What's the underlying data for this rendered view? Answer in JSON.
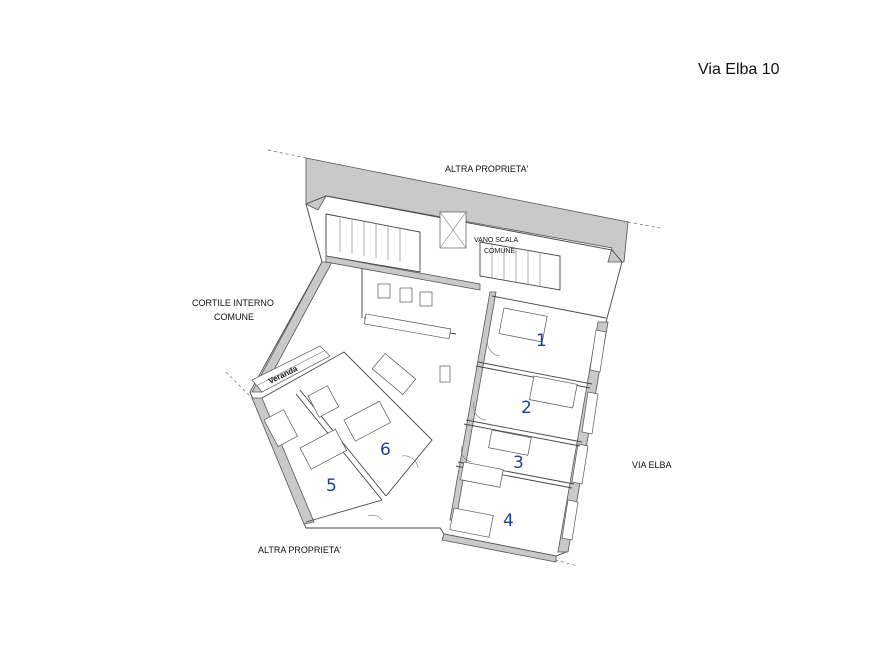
{
  "title": "Via Elba 10",
  "labels": {
    "north_neighbor": "ALTRA PROPRIETA'",
    "stair_line1": "VANO SCALA",
    "stair_line2": "COMUNE",
    "courtyard_line1": "CORTILE INTERNO",
    "courtyard_line2": "COMUNE",
    "veranda": "Veranda",
    "street": "VIA ELBA",
    "south_neighbor": "ALTRA PROPRIETA'"
  },
  "rooms": [
    {
      "number": "1"
    },
    {
      "number": "2"
    },
    {
      "number": "3"
    },
    {
      "number": "4"
    },
    {
      "number": "5"
    },
    {
      "number": "6"
    }
  ],
  "colors": {
    "room_number": "#1f3d9a",
    "wall_fill": "#c9c9c9",
    "text": "#111111"
  }
}
